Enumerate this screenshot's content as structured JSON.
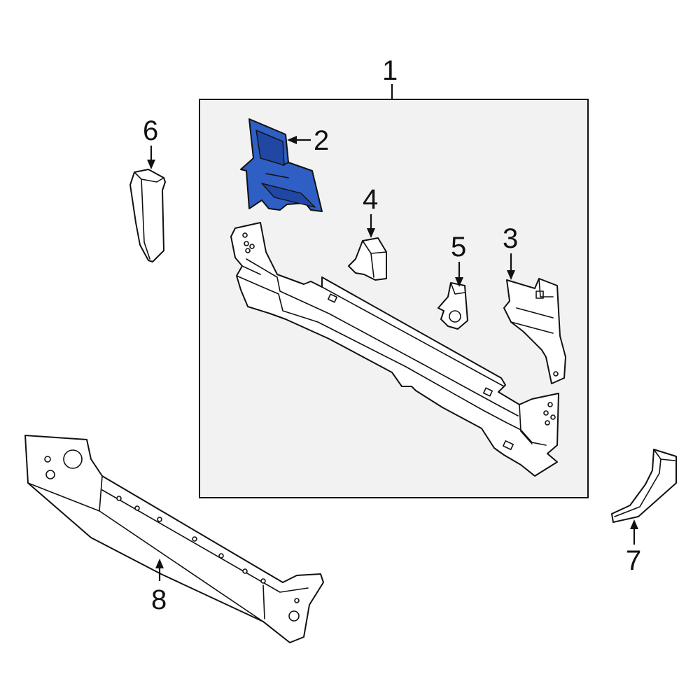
{
  "diagram": {
    "colors": {
      "highlight": "#2f5fc4",
      "highlight_shade": "#1f47a3",
      "line": "#111111",
      "panel_fill": "#f2f2f2",
      "background": "#ffffff"
    },
    "callouts": {
      "c1": "1",
      "c2": "2",
      "c3": "3",
      "c4": "4",
      "c5": "5",
      "c6": "6",
      "c7": "7",
      "c8": "8"
    },
    "highlighted_part": "2"
  }
}
